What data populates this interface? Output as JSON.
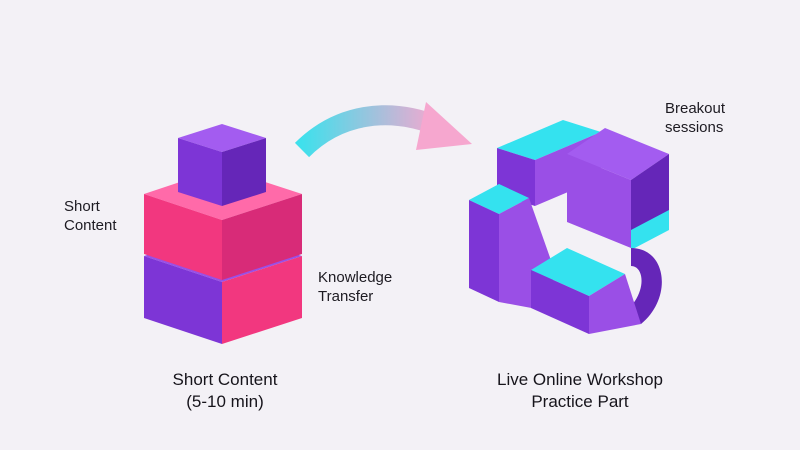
{
  "colors": {
    "background": "#f3f1f6",
    "purple_light": "#9a4fe6",
    "purple_mid": "#7d35d6",
    "purple_dark": "#5a22a8",
    "pink_light": "#ff5fa4",
    "pink_mid": "#f2377f",
    "pink_dark": "#cf2a74",
    "cyan": "#34e2ef",
    "arrow_start": "#3fe0ec",
    "arrow_end": "#f6a7cf"
  },
  "left_group": {
    "label_top": [
      "Short",
      "Content"
    ],
    "label_bottom": [
      "Knowledge",
      "Transfer"
    ],
    "caption": [
      "Short Content",
      "(5-10 min)"
    ]
  },
  "right_group": {
    "label_top": [
      "Breakout",
      "sessions"
    ],
    "caption": [
      "Live Online Workshop",
      "Practice Part"
    ]
  },
  "icons": {
    "left_shape": "stacked-cubes-icon",
    "right_shape": "interlocking-ring-icon",
    "connector": "curved-arrow-icon"
  }
}
